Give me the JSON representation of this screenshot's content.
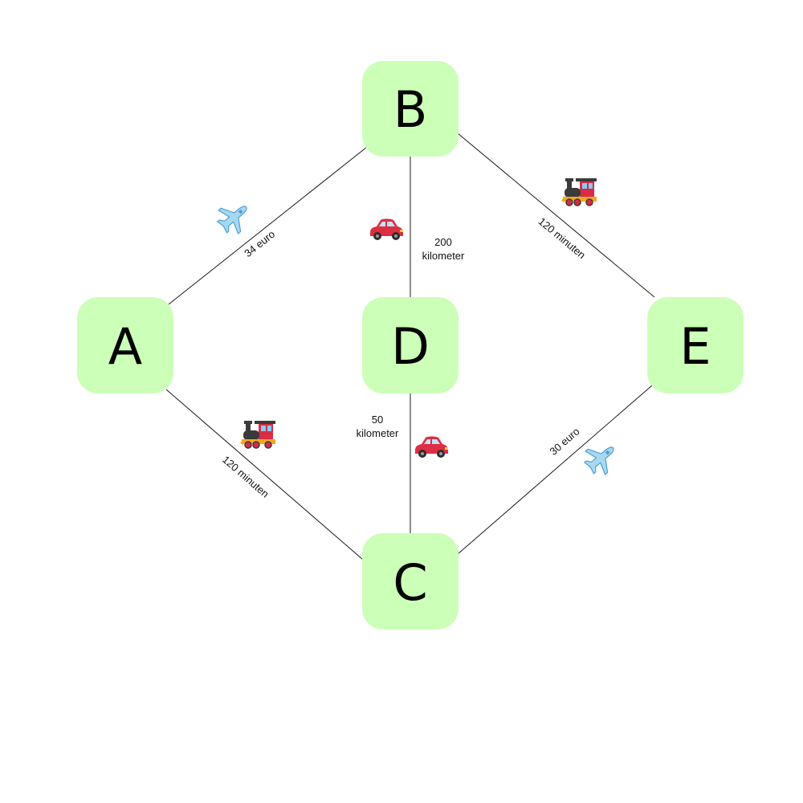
{
  "colors": {
    "node_fill": "#ccffb8",
    "edge": "#1a1a1a",
    "plane_body": "#9fd3ef",
    "plane_accent": "#4f9fd6",
    "car_body": "#dd2e44",
    "train_body": "#d92b43",
    "train_dark": "#3b3b3b",
    "train_gold": "#f4a81f"
  },
  "nodes": {
    "a": {
      "label": "A"
    },
    "b": {
      "label": "B"
    },
    "c": {
      "label": "C"
    },
    "d": {
      "label": "D"
    },
    "e": {
      "label": "E"
    }
  },
  "edges": {
    "a_b": {
      "from": "A",
      "to": "B",
      "mode_icon": "airplane-icon",
      "label": "34 euro"
    },
    "b_d": {
      "from": "B",
      "to": "D",
      "mode_icon": "car-icon",
      "label_line1": "200",
      "label_line2": "kilometer"
    },
    "b_e": {
      "from": "B",
      "to": "E",
      "mode_icon": "train-icon",
      "label": "120 minuten"
    },
    "a_c": {
      "from": "A",
      "to": "C",
      "mode_icon": "train-icon",
      "label": "120 minuten"
    },
    "d_c": {
      "from": "D",
      "to": "C",
      "mode_icon": "car-icon",
      "label_line1": "50",
      "label_line2": "kilometer"
    },
    "c_e": {
      "from": "C",
      "to": "E",
      "mode_icon": "airplane-icon",
      "label": "30 euro"
    }
  }
}
